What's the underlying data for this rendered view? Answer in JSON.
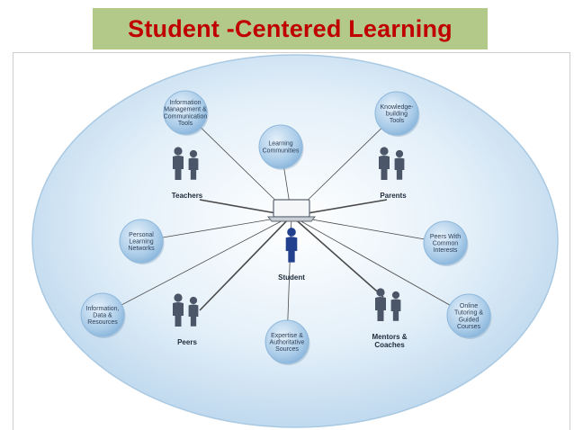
{
  "title": "Student -Centered Learning",
  "colors": {
    "title_bg": "#b3c98a",
    "title_text": "#c00000",
    "ellipse_fill": "#cfe3f3",
    "node_fill": "#a9cbe8",
    "people_gray": "#4b5668",
    "student_blue": "#23408f",
    "connector": "#4a4a4a"
  },
  "nodes": [
    {
      "id": "info-mgmt",
      "lines": [
        "Information",
        "Management &",
        "Communication",
        "Tools"
      ]
    },
    {
      "id": "learning-communities",
      "lines": [
        "Learning",
        "Communities"
      ]
    },
    {
      "id": "knowledge-building",
      "lines": [
        "Knowledge-",
        "building",
        "Tools"
      ]
    },
    {
      "id": "personal-networks",
      "lines": [
        "Personal",
        "Learning",
        "Networks"
      ]
    },
    {
      "id": "peers-common",
      "lines": [
        "Peers With",
        "Common",
        "Interests"
      ]
    },
    {
      "id": "info-data",
      "lines": [
        "Information,",
        "Data &",
        "Resources"
      ]
    },
    {
      "id": "expertise",
      "lines": [
        "Expertise &",
        "Authoritative",
        "Sources"
      ]
    },
    {
      "id": "online-tutoring",
      "lines": [
        "Online",
        "Tutoring &",
        "Guided",
        "Courses"
      ]
    }
  ],
  "people": [
    {
      "id": "teachers",
      "lines": [
        "Teachers"
      ]
    },
    {
      "id": "parents",
      "lines": [
        "Parents"
      ]
    },
    {
      "id": "peers",
      "lines": [
        "Peers"
      ]
    },
    {
      "id": "mentors",
      "lines": [
        "Mentors &",
        "Coaches"
      ]
    },
    {
      "id": "student",
      "lines": [
        "Student"
      ]
    }
  ]
}
